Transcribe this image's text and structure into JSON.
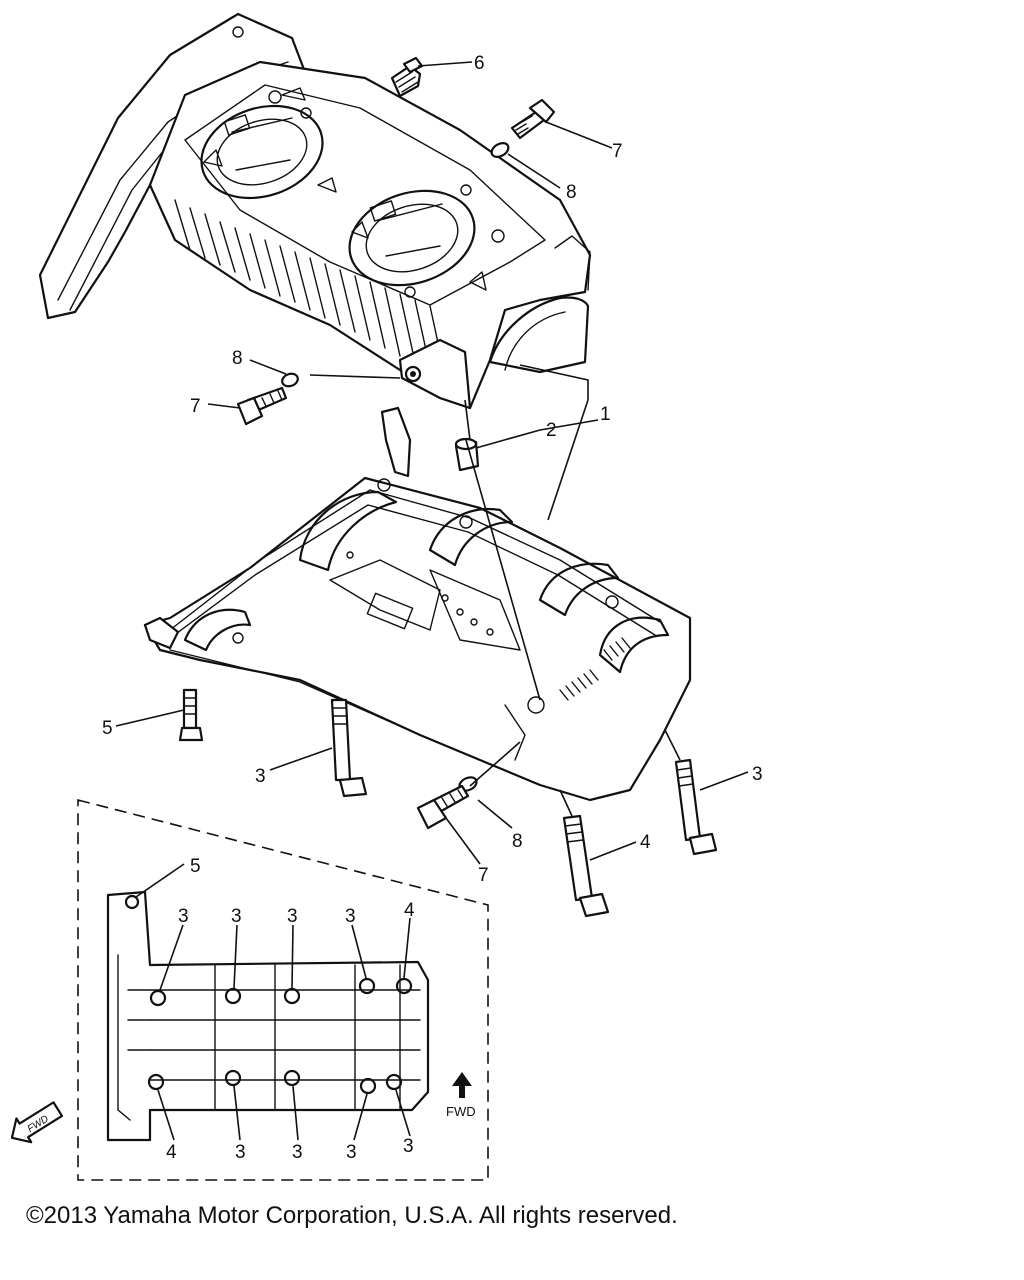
{
  "diagram": {
    "callouts": {
      "upper_6": "6",
      "upper_7_bolt": "7",
      "upper_8_washer": "8",
      "left_8": "8",
      "left_7": "7",
      "right_2": "2",
      "right_1": "1",
      "left_5": "5",
      "left_3": "3",
      "right_3": "3",
      "lower_4": "4",
      "lower_8": "8",
      "lower_7": "7"
    },
    "inset": {
      "top_5": "5",
      "top_3_a": "3",
      "top_3_b": "3",
      "top_3_c": "3",
      "top_3_d": "3",
      "top_4": "4",
      "bottom_4": "4",
      "bottom_3_a": "3",
      "bottom_3_b": "3",
      "bottom_3_c": "3",
      "bottom_3_d": "3",
      "fwd_label": "FWD"
    },
    "fwd_stamp": "FWD"
  },
  "footer": {
    "copyright": "©2013 Yamaha Motor Corporation, U.S.A. All rights reserved."
  }
}
